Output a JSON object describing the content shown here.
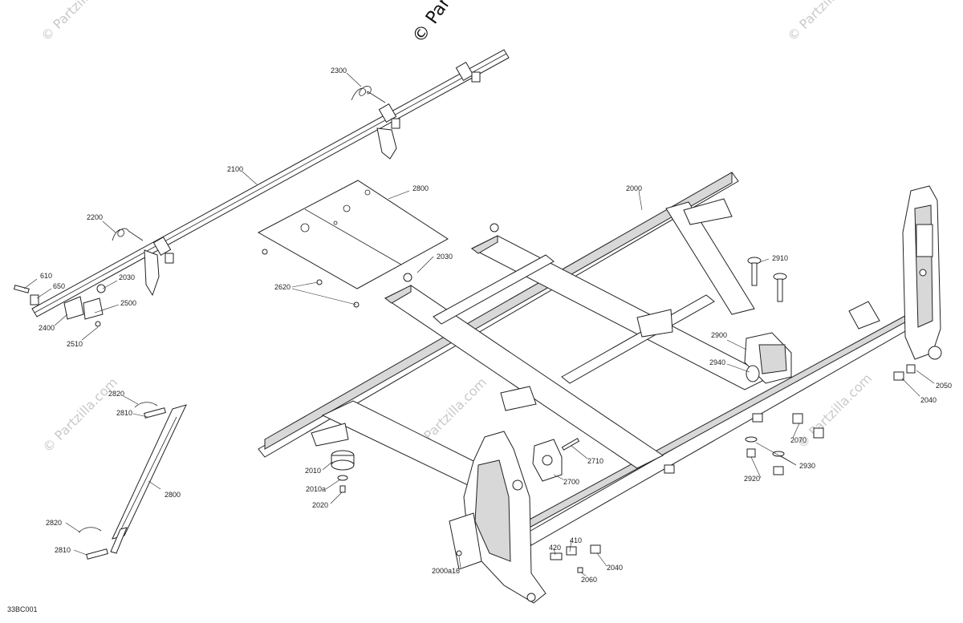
{
  "watermarks": {
    "copyright_top": "© Partzilla.com",
    "repeat_text": "© Partzilla.com"
  },
  "diagram_code": "33BC001",
  "callouts": [
    {
      "id": "c2300",
      "text": "2300"
    },
    {
      "id": "c2100",
      "text": "2100"
    },
    {
      "id": "c2800a",
      "text": "2800"
    },
    {
      "id": "c2000",
      "text": "2000"
    },
    {
      "id": "c2200",
      "text": "2200"
    },
    {
      "id": "c2030a",
      "text": "2030"
    },
    {
      "id": "c2910",
      "text": "2910"
    },
    {
      "id": "c610",
      "text": "610"
    },
    {
      "id": "c650",
      "text": "650"
    },
    {
      "id": "c2030b",
      "text": "2030"
    },
    {
      "id": "c2620",
      "text": "2620"
    },
    {
      "id": "c2500",
      "text": "2500"
    },
    {
      "id": "c2400",
      "text": "2400"
    },
    {
      "id": "c2510",
      "text": "2510"
    },
    {
      "id": "c2900",
      "text": "2900"
    },
    {
      "id": "c2940",
      "text": "2940"
    },
    {
      "id": "c2050",
      "text": "2050"
    },
    {
      "id": "c2040a",
      "text": "2040"
    },
    {
      "id": "c2820a",
      "text": "2820"
    },
    {
      "id": "c2810a",
      "text": "2810"
    },
    {
      "id": "c2070",
      "text": "2070"
    },
    {
      "id": "c2710",
      "text": "2710"
    },
    {
      "id": "c2930",
      "text": "2930"
    },
    {
      "id": "c2010",
      "text": "2010"
    },
    {
      "id": "c2920",
      "text": "2920"
    },
    {
      "id": "c2700",
      "text": "2700"
    },
    {
      "id": "c2800b",
      "text": "2800"
    },
    {
      "id": "c2010a",
      "text": "2010a"
    },
    {
      "id": "c2020",
      "text": "2020"
    },
    {
      "id": "c2820b",
      "text": "2820"
    },
    {
      "id": "c410",
      "text": "410"
    },
    {
      "id": "c420",
      "text": "420"
    },
    {
      "id": "c2810b",
      "text": "2810"
    },
    {
      "id": "c2040b",
      "text": "2040"
    },
    {
      "id": "c2000a16",
      "text": "2000a16"
    },
    {
      "id": "c2060",
      "text": "2060"
    }
  ]
}
